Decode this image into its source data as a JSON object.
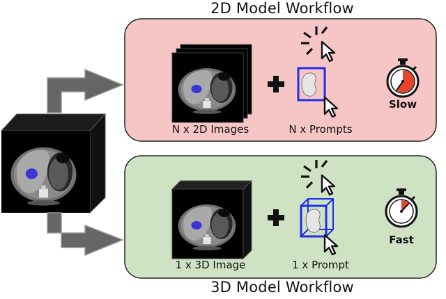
{
  "top_workflow": {
    "title": "2D Model Workflow",
    "images_caption": "N x 2D Images",
    "prompts_caption": "N x Prompts",
    "speed_label": "Slow",
    "panel_color": "#f6c6c6"
  },
  "bottom_workflow": {
    "title": "3D Model Workflow",
    "images_caption": "1 x 3D Image",
    "prompts_caption": "1 x Prompt",
    "speed_label": "Fast",
    "panel_color": "#cfe3c4"
  },
  "icons": [
    "ct-volume-cube-icon",
    "ct-slice-stack-icon",
    "plus-icon",
    "click-cursor-icon",
    "bounding-box-2d-icon",
    "bounding-box-3d-icon",
    "stopwatch-icon"
  ],
  "colors": {
    "prompt_box": "#1f2ee8",
    "stopwatch_fill": "#e8442b",
    "arrow": "#666666"
  }
}
